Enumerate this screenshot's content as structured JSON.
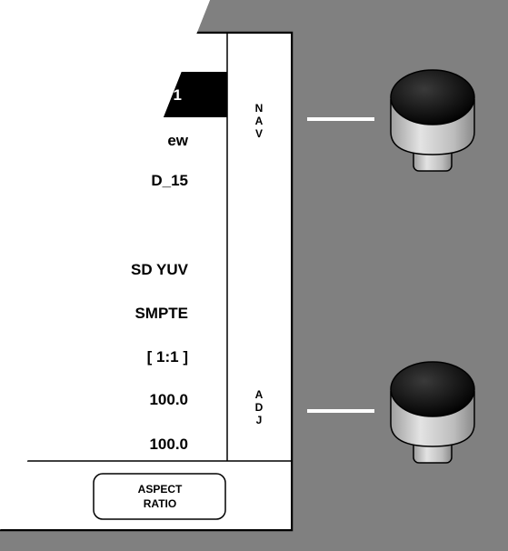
{
  "menu": {
    "items": [
      {
        "id": "item-1",
        "value": "1",
        "highlighted": true
      },
      {
        "id": "item-2",
        "value": "ew"
      },
      {
        "id": "item-3",
        "value": "D_15"
      },
      {
        "id": "item-4",
        "value": ""
      },
      {
        "id": "item-5",
        "value": "SD YUV"
      },
      {
        "id": "item-6",
        "value": "SMPTE"
      },
      {
        "id": "item-7",
        "value": "[ 1:1 ]"
      },
      {
        "id": "item-8",
        "value": "100.0"
      },
      {
        "id": "item-9",
        "value": "100.0"
      }
    ]
  },
  "strip": {
    "nav_letters": [
      "N",
      "A",
      "V"
    ],
    "adj_letters": [
      "A",
      "D",
      "J"
    ]
  },
  "softkey": {
    "line1": "ASPECT",
    "line2": "RATIO"
  },
  "knobs": {
    "nav_name": "nav-knob",
    "adj_name": "adj-knob"
  },
  "colors": {
    "panel_gray": "#808080",
    "highlight": "#000000",
    "knob_cap": "#000000",
    "knob_body": "#bdbdbd",
    "indicator_line": "#ffffff"
  }
}
